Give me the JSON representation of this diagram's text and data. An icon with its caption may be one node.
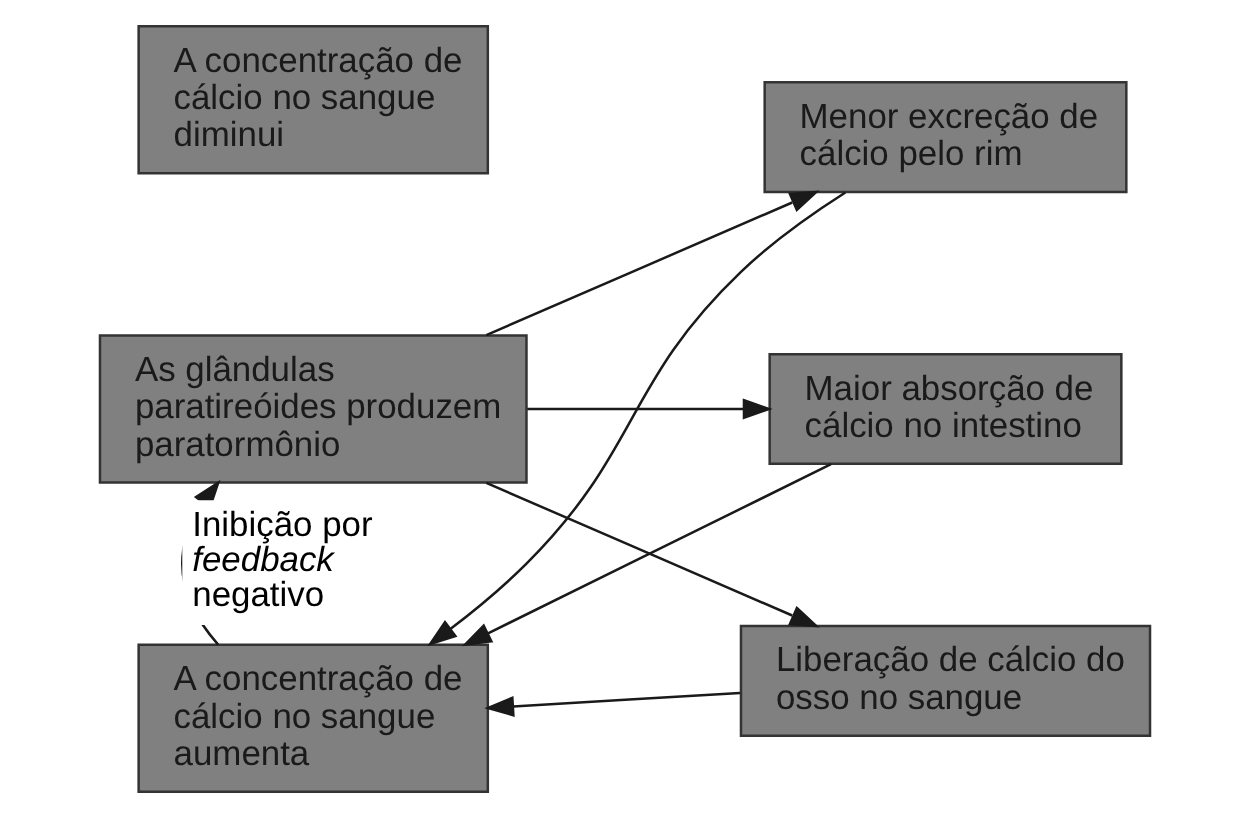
{
  "diagram": {
    "nodes": [
      {
        "text": [
          "A concentração de cálcio no sangue diminui"
        ]
      },
      {
        "text": [
          "As glândulas paratireóides produzem paratormônio"
        ]
      },
      {
        "text": [
          "Menor excreção de cálcio pelo rim"
        ]
      },
      {
        "text": [
          "Maior absorção de cálcio no intestino"
        ]
      },
      {
        "text": [
          "Liberação de cálcio do osso no sangue"
        ]
      },
      {
        "text": [
          "A concentração de cálcio no sangue aumenta"
        ]
      }
    ],
    "edges": [
      {
        "from": 1,
        "to": 2,
        "arrow": "to"
      },
      {
        "from": 1,
        "to": 3,
        "arrow": "to"
      },
      {
        "from": 1,
        "to": 4,
        "arrow": "to"
      },
      {
        "from": 2,
        "to": 5,
        "arrow": "to"
      },
      {
        "from": 3,
        "to": 5,
        "arrow": "to"
      },
      {
        "from": 4,
        "to": 5,
        "arrow": "to"
      },
      {
        "from": 5,
        "to": 1,
        "arrow": "to",
        "label": "Inibição por *feedback* negativo"
      }
    ]
  }
}
